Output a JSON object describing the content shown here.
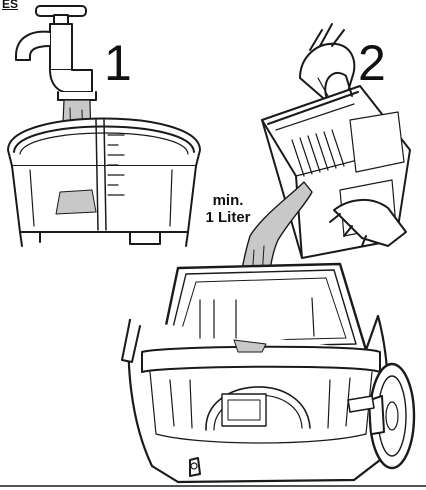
{
  "corner_label": "ES",
  "steps": {
    "one": "1",
    "two": "2"
  },
  "annotation": {
    "line1": "min.",
    "line2": "1 Liter"
  },
  "colors": {
    "line": "#1a1a1a",
    "water": "#c8c8c8",
    "background": "#ffffff"
  }
}
